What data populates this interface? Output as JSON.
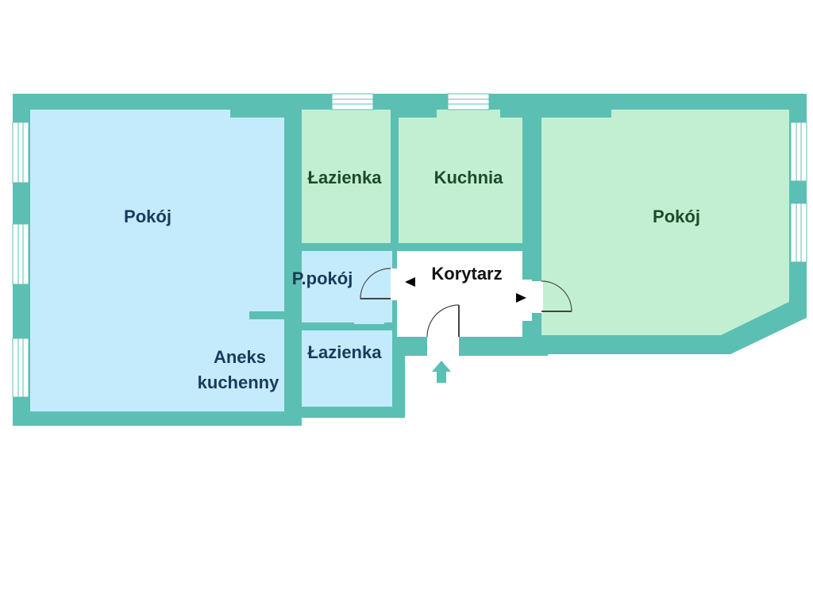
{
  "rooms": {
    "pokoj_left": {
      "label": "Pokój"
    },
    "lazienka_top": {
      "label": "Łazienka"
    },
    "kuchnia": {
      "label": "Kuchnia"
    },
    "pokoj_right": {
      "label": "Pokój"
    },
    "przedpokoj": {
      "label": "P.pokój"
    },
    "korytarz": {
      "label": "Korytarz"
    },
    "lazienka_bottom": {
      "label": "Łazienka"
    },
    "aneks": {
      "line1": "Aneks",
      "line2": "kuchenny"
    }
  },
  "colors": {
    "wall": "#5cbfb3",
    "blue_room": "#c4ebfb",
    "green_room": "#c2efd2",
    "corridor": "#ffffff",
    "window": "#ffffff",
    "door": "#444444"
  }
}
